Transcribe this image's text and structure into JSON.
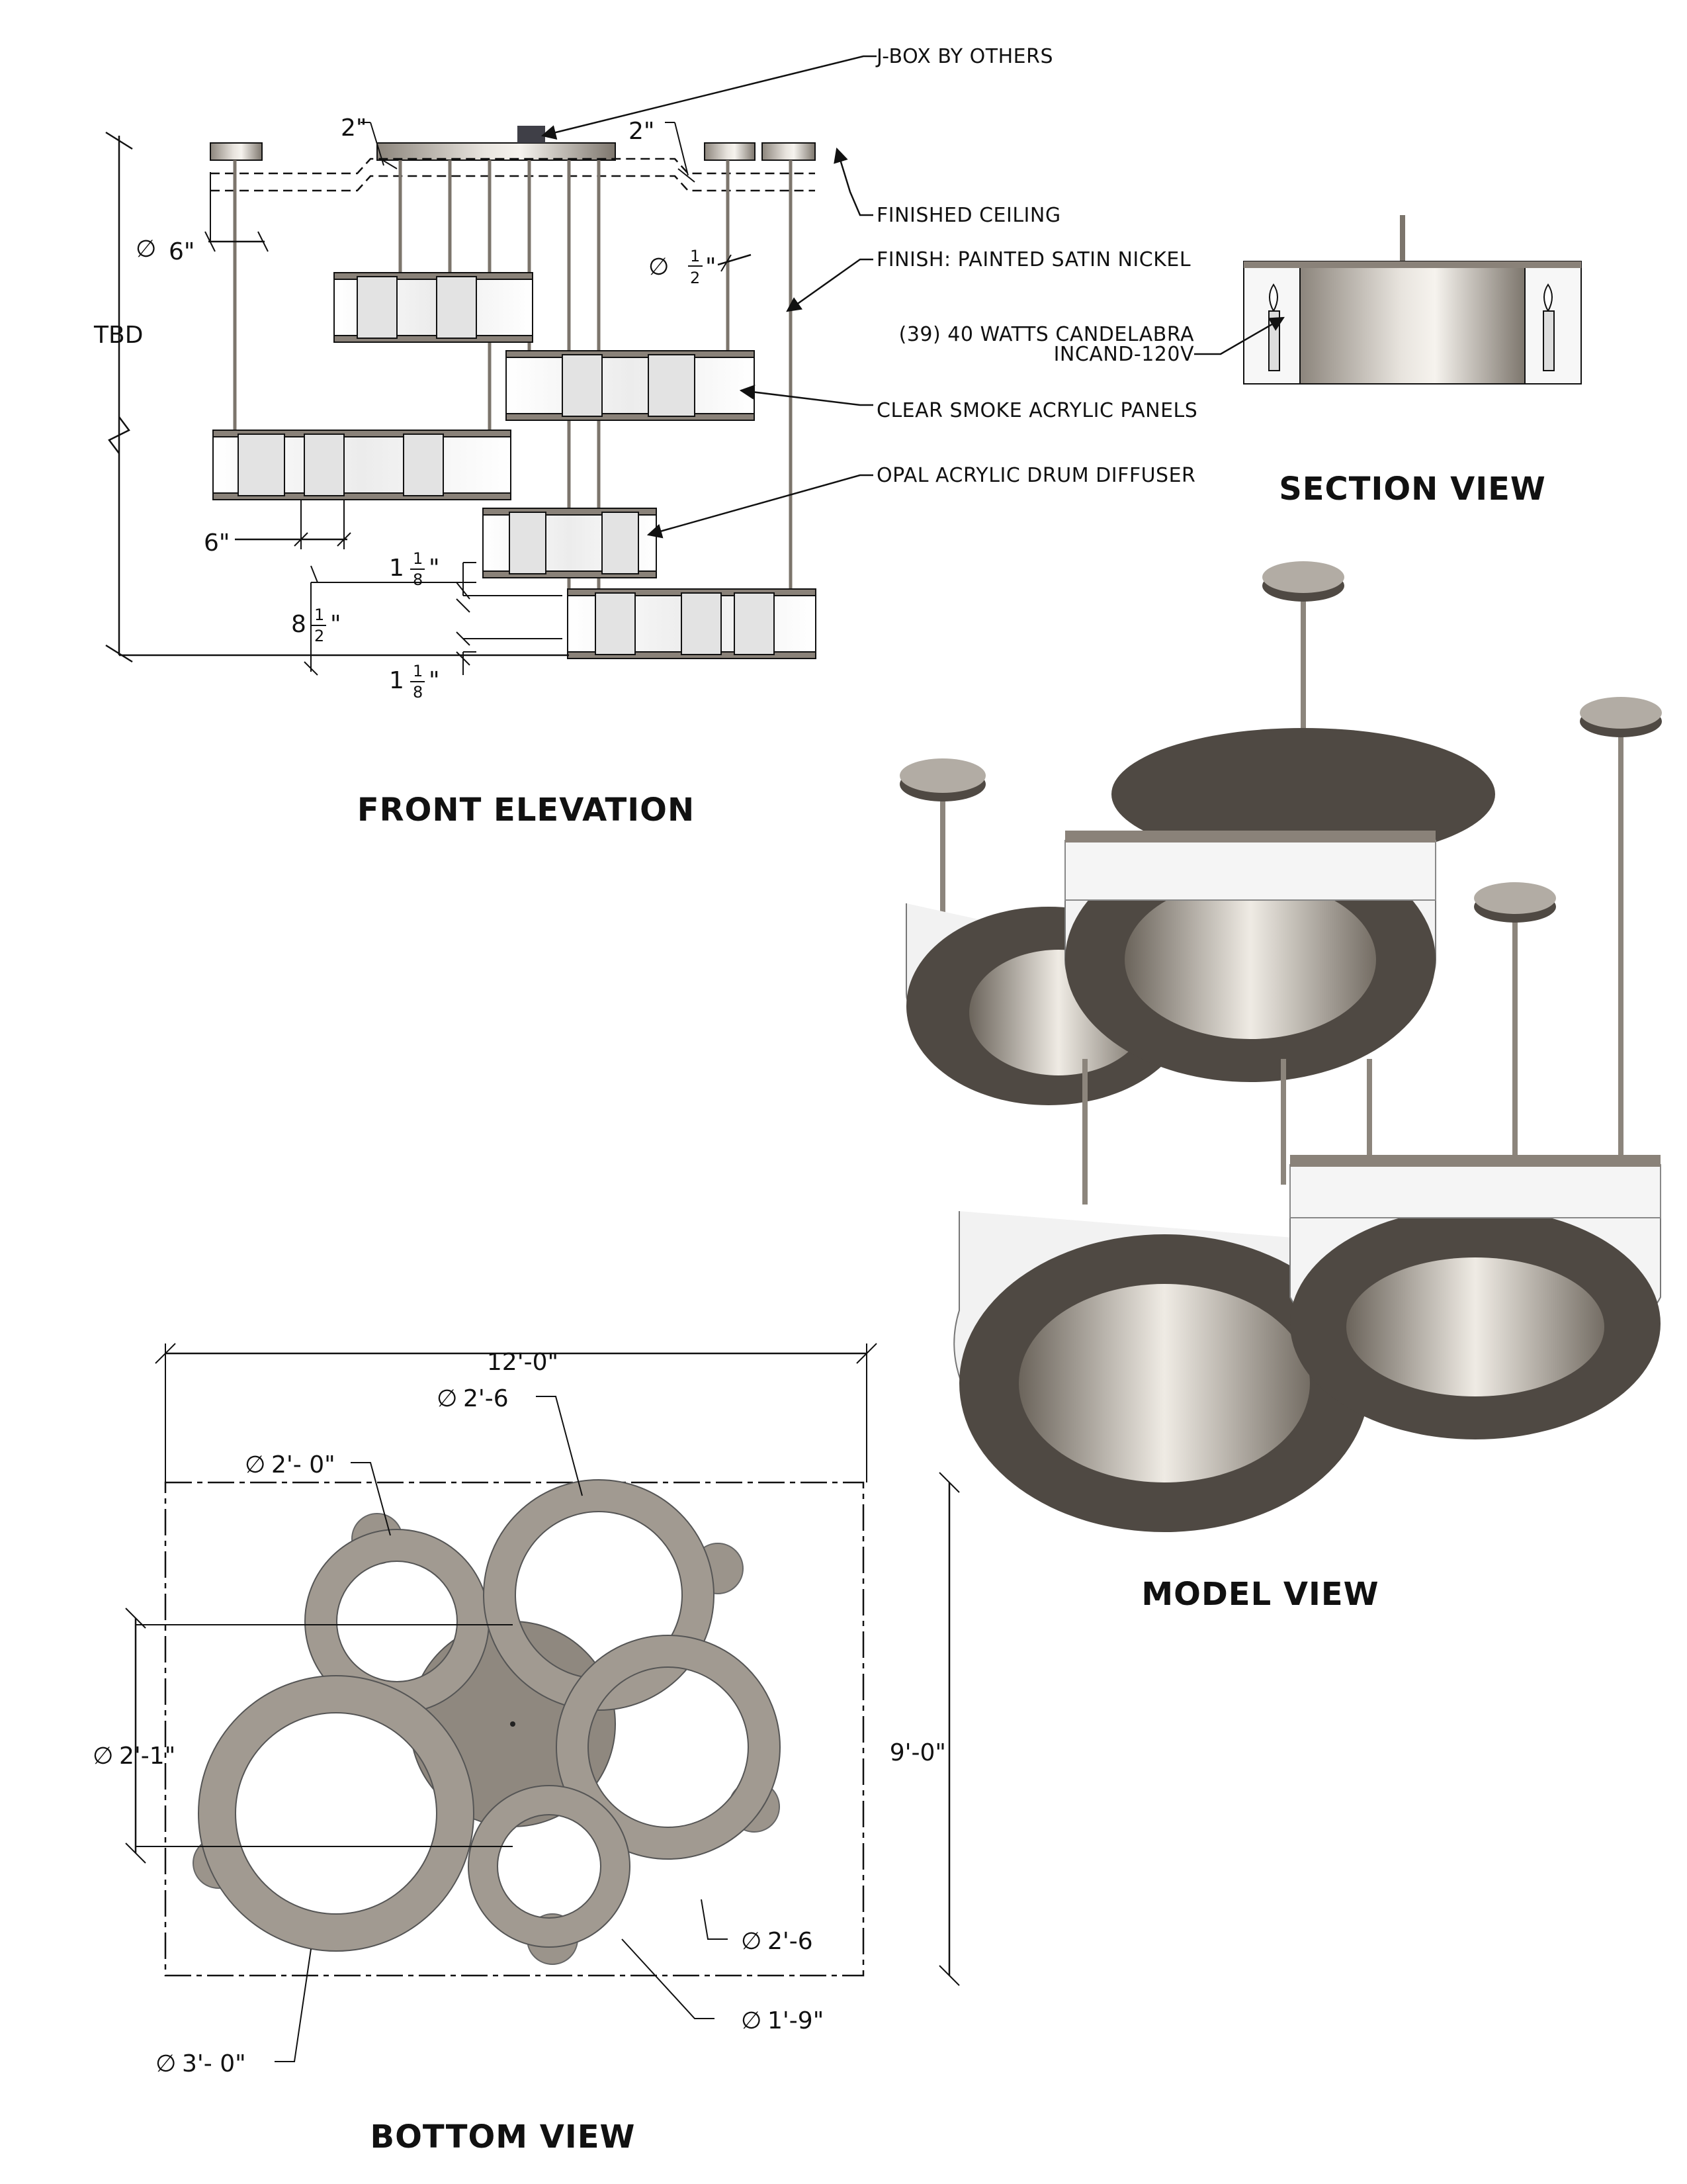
{
  "front_elevation": {
    "title": "FRONT ELEVATION",
    "callouts": {
      "jbox": "J-BOX BY OTHERS",
      "ceiling": "FINISHED CEILING",
      "finish": "FINISH: PAINTED SATIN NICKEL",
      "panels": "CLEAR SMOKE ACRYLIC PANELS",
      "diffuser": "OPAL ACRYLIC DRUM DIFFUSER"
    },
    "dims": {
      "offset_left": "2\"",
      "offset_right": "2\"",
      "canopy_dia": "6\"",
      "stem_dia_whole": "",
      "stem_dia_num": "1",
      "stem_dia_den": "2",
      "height": "TBD",
      "drum_height": "6\"",
      "gap_whole": "1",
      "gap_num": "1",
      "gap_den": "8",
      "drum_h_whole": "8",
      "drum_h_num": "1",
      "drum_h_den": "2",
      "gap2_whole": "1",
      "gap2_num": "1",
      "gap2_den": "8"
    }
  },
  "section_view": {
    "title": "SECTION VIEW",
    "lamp_note_line1": "(39) 40 WATTS CANDELABRA",
    "lamp_note_line2": "INCAND-120V"
  },
  "model_view": {
    "title": "MODEL VIEW"
  },
  "bottom_view": {
    "title": "BOTTOM VIEW",
    "overall_width": "12'-0\"",
    "overall_depth": "9'-0\"",
    "ring_diameters": {
      "top_left": "2'- 0\"",
      "top_right": "2'-6",
      "canopy": "2'-1\"",
      "right": "2'-6",
      "small": "1'-9\"",
      "large": "3'- 0\""
    }
  },
  "colors": {
    "line": "#111111",
    "nickel_dark": "#4f4943",
    "nickel_light": "#d9d5cf",
    "bottom_ring": "#a19a91",
    "acrylic": "#f4f4f4"
  }
}
